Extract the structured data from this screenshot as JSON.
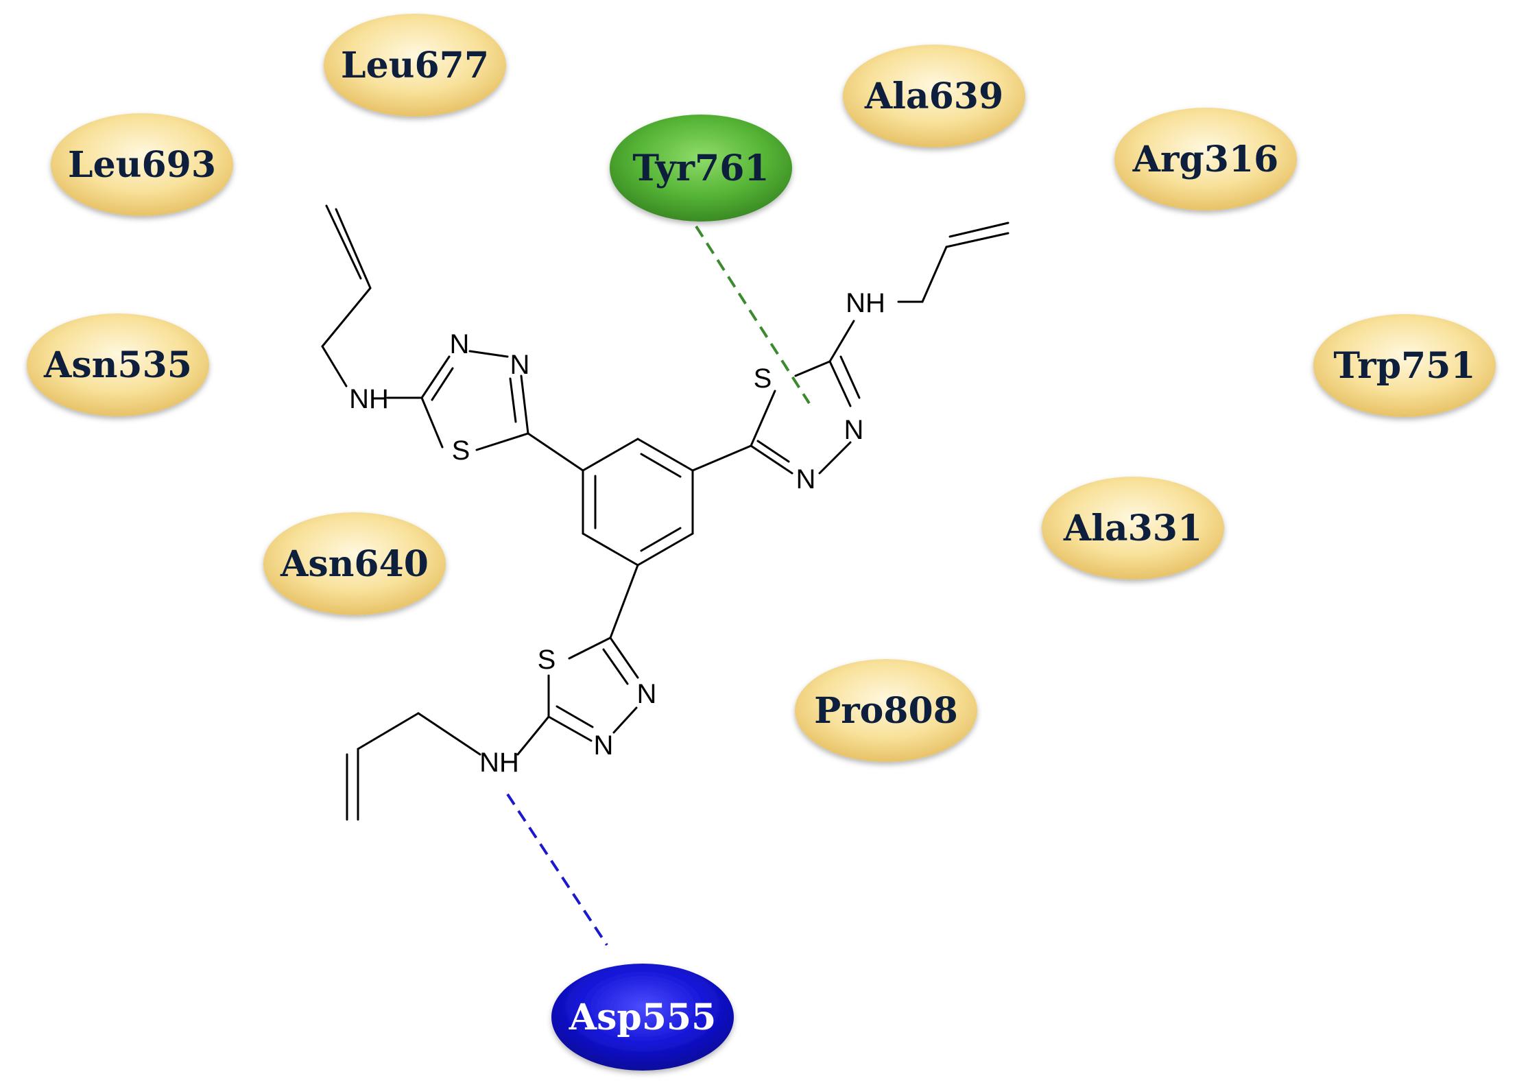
{
  "residues": [
    {
      "id": "leu677",
      "label": "Leu677",
      "kind": "hydrophobic"
    },
    {
      "id": "leu693",
      "label": "Leu693",
      "kind": "hydrophobic"
    },
    {
      "id": "asn535",
      "label": "Asn535",
      "kind": "hydrophobic"
    },
    {
      "id": "asn640",
      "label": "Asn640",
      "kind": "hydrophobic"
    },
    {
      "id": "ala639",
      "label": "Ala639",
      "kind": "hydrophobic"
    },
    {
      "id": "arg316",
      "label": "Arg316",
      "kind": "hydrophobic"
    },
    {
      "id": "trp751",
      "label": "Trp751",
      "kind": "hydrophobic"
    },
    {
      "id": "ala331",
      "label": "Ala331",
      "kind": "hydrophobic"
    },
    {
      "id": "pro808",
      "label": "Pro808",
      "kind": "hydrophobic"
    },
    {
      "id": "tyr761",
      "label": "Tyr761",
      "kind": "green"
    },
    {
      "id": "asp555",
      "label": "Asp555",
      "kind": "blue"
    }
  ],
  "atoms": {
    "nitrogen": "N",
    "sulfur": "S",
    "amine": "NH"
  },
  "interactions": [
    {
      "residue": "Tyr761",
      "color": "#3c8a2e"
    },
    {
      "residue": "Asp555",
      "color": "#1a1acc"
    }
  ],
  "colors": {
    "hydrophobic": "#f7dc8c",
    "green": "#55b435",
    "blue": "#1414d6",
    "label_dark": "#0d1f3c",
    "label_light": "#ffffff"
  }
}
